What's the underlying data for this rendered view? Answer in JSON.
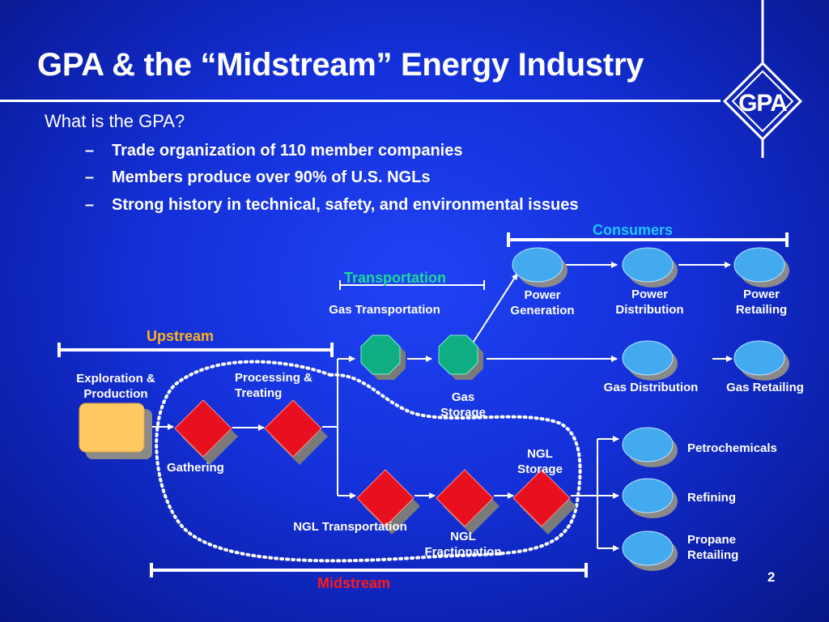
{
  "title": "GPA & the “Midstream” Energy Industry",
  "subtitle": "What is the GPA?",
  "bullets": [
    "Trade organization of 110 member companies",
    "Members produce over 90% of U.S. NGLs",
    "Strong history in technical, safety, and environmental issues"
  ],
  "bullet_marker": "–",
  "logo_text": "GPA",
  "categories": {
    "consumers": "Consumers",
    "transportation": "Transportation",
    "upstream": "Upstream",
    "midstream": "Midstream"
  },
  "category_colors": {
    "consumers": "#22c6ff",
    "transportation": "#1fd89a",
    "upstream": "#ffb21a",
    "midstream": "#ff1a1a"
  },
  "nodes": {
    "exploration": "Exploration & Production",
    "gathering": "Gathering",
    "processing": "Processing & Treating",
    "gas_transportation": "Gas Transportation",
    "gas_storage": "Gas Storage",
    "power_generation": "Power Generation",
    "power_distribution": "Power Distribution",
    "power_retailing": "Power Retailing",
    "gas_distribution": "Gas Distribution",
    "gas_retailing": "Gas Retailing",
    "ngl_transportation": "NGL Transportation",
    "ngl_fractionation": "NGL Fractionation",
    "ngl_storage": "NGL Storage",
    "petrochemicals": "Petrochemicals",
    "refining": "Refining",
    "propane_retailing": "Propane Retailing"
  },
  "colors": {
    "diamond": "#e8101e",
    "octagon": "#0fae82",
    "ellipse": "#44aaf0",
    "box": "#ffc862"
  },
  "page_number": "2"
}
